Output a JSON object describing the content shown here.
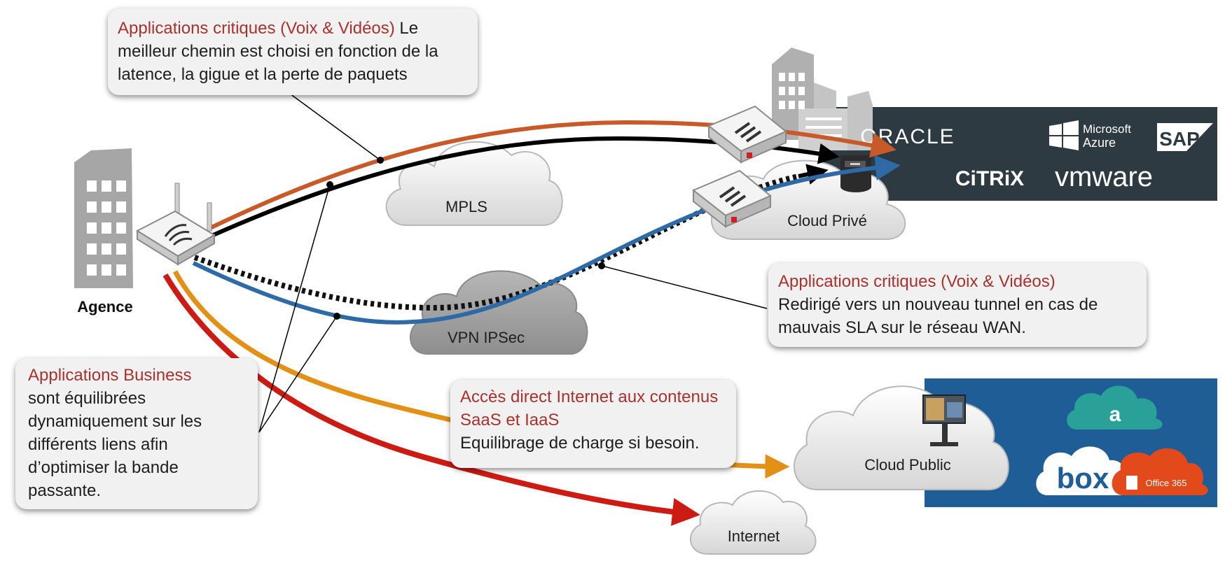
{
  "labels": {
    "agence": "Agence",
    "mpls": "MPLS",
    "vpn": "VPN IPSec",
    "cloud_prive": "Cloud Privé",
    "cloud_public": "Cloud Public",
    "internet": "Internet"
  },
  "brands": {
    "oracle": "ORACLE",
    "microsoft": "Microsoft",
    "azure": "Azure",
    "sap": "SAP",
    "citrix": "CiTRiX",
    "vmware": "vmware",
    "box": "box",
    "office": "Office 365"
  },
  "callouts": {
    "top": {
      "highlight": "Applications critiques (Voix & Vidéos)",
      "text": " Le meilleur chemin est choisi en fonction de la latence, la gigue et la perte de paquets"
    },
    "right": {
      "highlight": "Applications critiques (Voix & Vidéos)",
      "text": "Redirigé vers un nouveau tunnel en cas de mauvais SLA sur le réseau WAN."
    },
    "left": {
      "highlight": "Applications Business",
      "text": "sont équilibrées dynamiquement sur les différents liens afin d’optimiser la bande passante."
    },
    "middle": {
      "highlight": "Accès direct Internet aux contenus SaaS et IaaS",
      "text": "Equilibrage de charge si besoin."
    }
  },
  "colors": {
    "path_orange_red": "#c85a2a",
    "path_black": "#000000",
    "path_blue": "#2e6aa6",
    "path_orange": "#e39016",
    "path_red": "#cc1b12",
    "panel_dark": "#2e3a42",
    "panel_blue": "#1e5d96",
    "building": "#a6a6a6",
    "callout_highlight": "#a8322e"
  }
}
